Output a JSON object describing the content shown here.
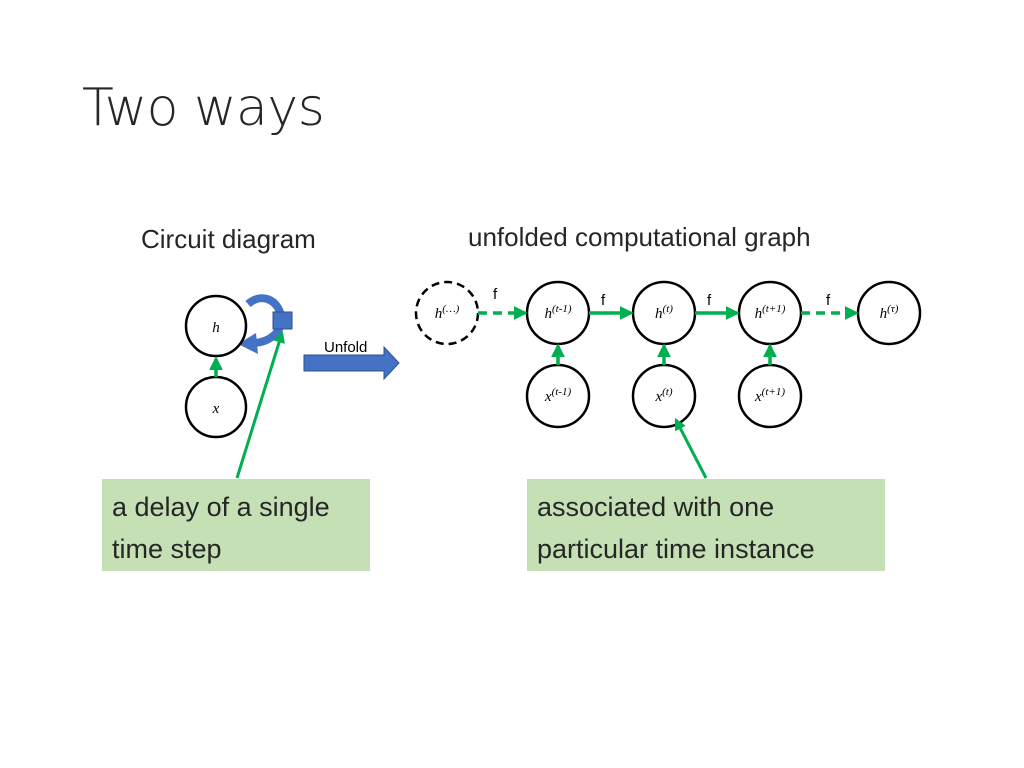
{
  "slide": {
    "title": "Two ways",
    "left_heading": "Circuit diagram",
    "right_heading": "unfolded computational graph",
    "unfold_label": "Unfold"
  },
  "circuit": {
    "h_label": "h",
    "x_label": "x"
  },
  "unfolded": {
    "hidden_nodes": [
      {
        "base": "h",
        "sup": "(…)",
        "dashed": true
      },
      {
        "base": "h",
        "sup": "(t-1)",
        "dashed": false
      },
      {
        "base": "h",
        "sup": "(t)",
        "dashed": false
      },
      {
        "base": "h",
        "sup": "(t+1)",
        "dashed": false
      },
      {
        "base": "h",
        "sup": "(τ)",
        "dashed": false
      }
    ],
    "input_nodes": [
      {
        "base": "x",
        "sup": "(t-1)"
      },
      {
        "base": "x",
        "sup": "(t)"
      },
      {
        "base": "x",
        "sup": "(t+1)"
      }
    ],
    "edge_labels": [
      "f",
      "f",
      "f",
      "f"
    ]
  },
  "callouts": {
    "left": [
      "a delay of a single",
      "time step"
    ],
    "right": [
      "associated with one",
      "particular time instance"
    ]
  },
  "colors": {
    "arrow_green": "#00b050",
    "box_blue": "#4472c4",
    "callout_fill": "#c5e0b4"
  }
}
